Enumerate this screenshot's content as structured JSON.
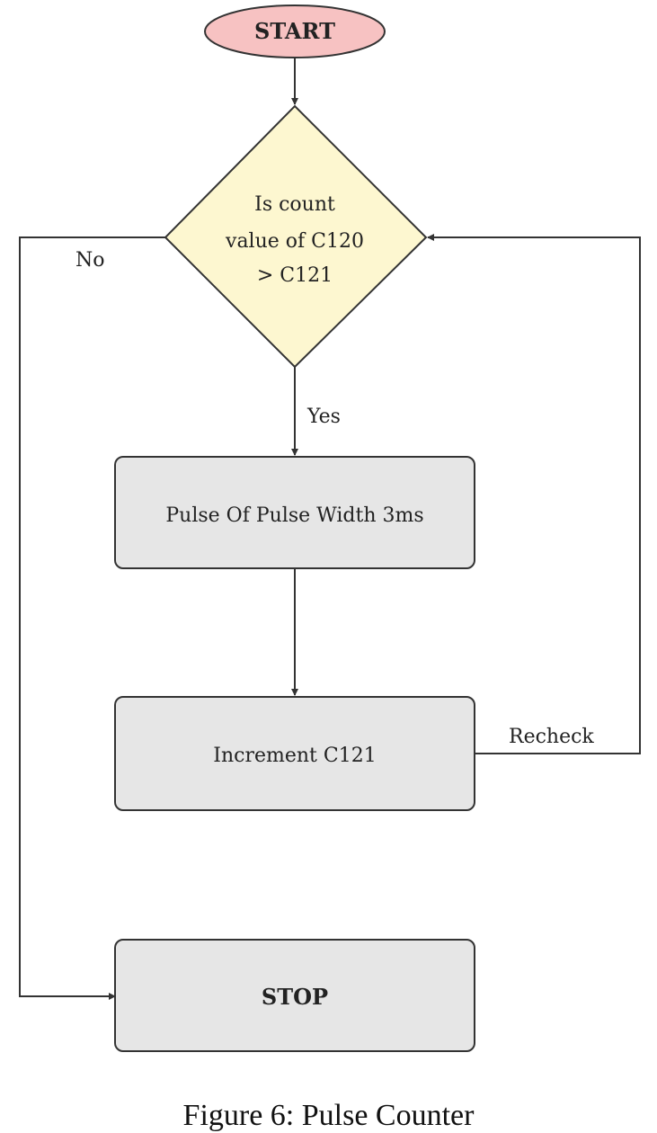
{
  "nodes": {
    "start": {
      "label": "START"
    },
    "decision": {
      "lines": [
        "Is count",
        "value of C120",
        "> C121"
      ]
    },
    "pulse": {
      "label": "Pulse Of Pulse Width 3ms"
    },
    "increment": {
      "label": "Increment C121"
    },
    "stop": {
      "label": "STOP"
    }
  },
  "edges": {
    "no_label": "No",
    "yes_label": "Yes",
    "recheck_label": "Recheck"
  },
  "caption": "Figure 6: Pulse Counter",
  "colors": {
    "start_fill": "#f7c2c2",
    "decision_fill": "#fdf7d0",
    "process_fill": "#e6e6e6",
    "stroke": "#333333"
  }
}
